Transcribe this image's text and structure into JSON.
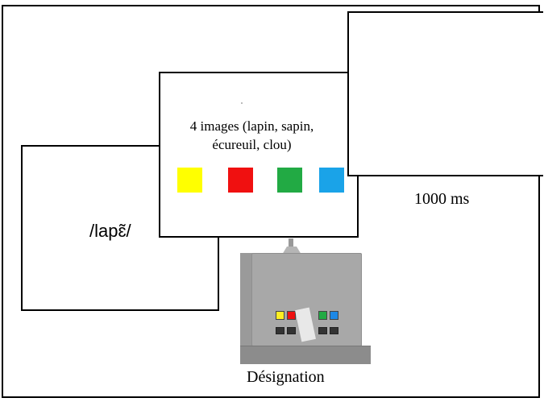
{
  "screens": {
    "auditory_stimulus": "/lapɛ̃/",
    "images_caption": "4 images (lapin, sapin, écureuil, clou)",
    "timing_label": "1000 ms"
  },
  "color_squares": [
    {
      "name": "yellow",
      "color": "#ffff00"
    },
    {
      "name": "red",
      "color": "#f01010"
    },
    {
      "name": "green",
      "color": "#22aa44"
    },
    {
      "name": "blue",
      "color": "#1aa3e8"
    }
  ],
  "response_device": {
    "label": "Désignation",
    "key_colors": [
      "#ffee22",
      "#ee1111",
      "#22aa44",
      "#1e88e5"
    ]
  }
}
